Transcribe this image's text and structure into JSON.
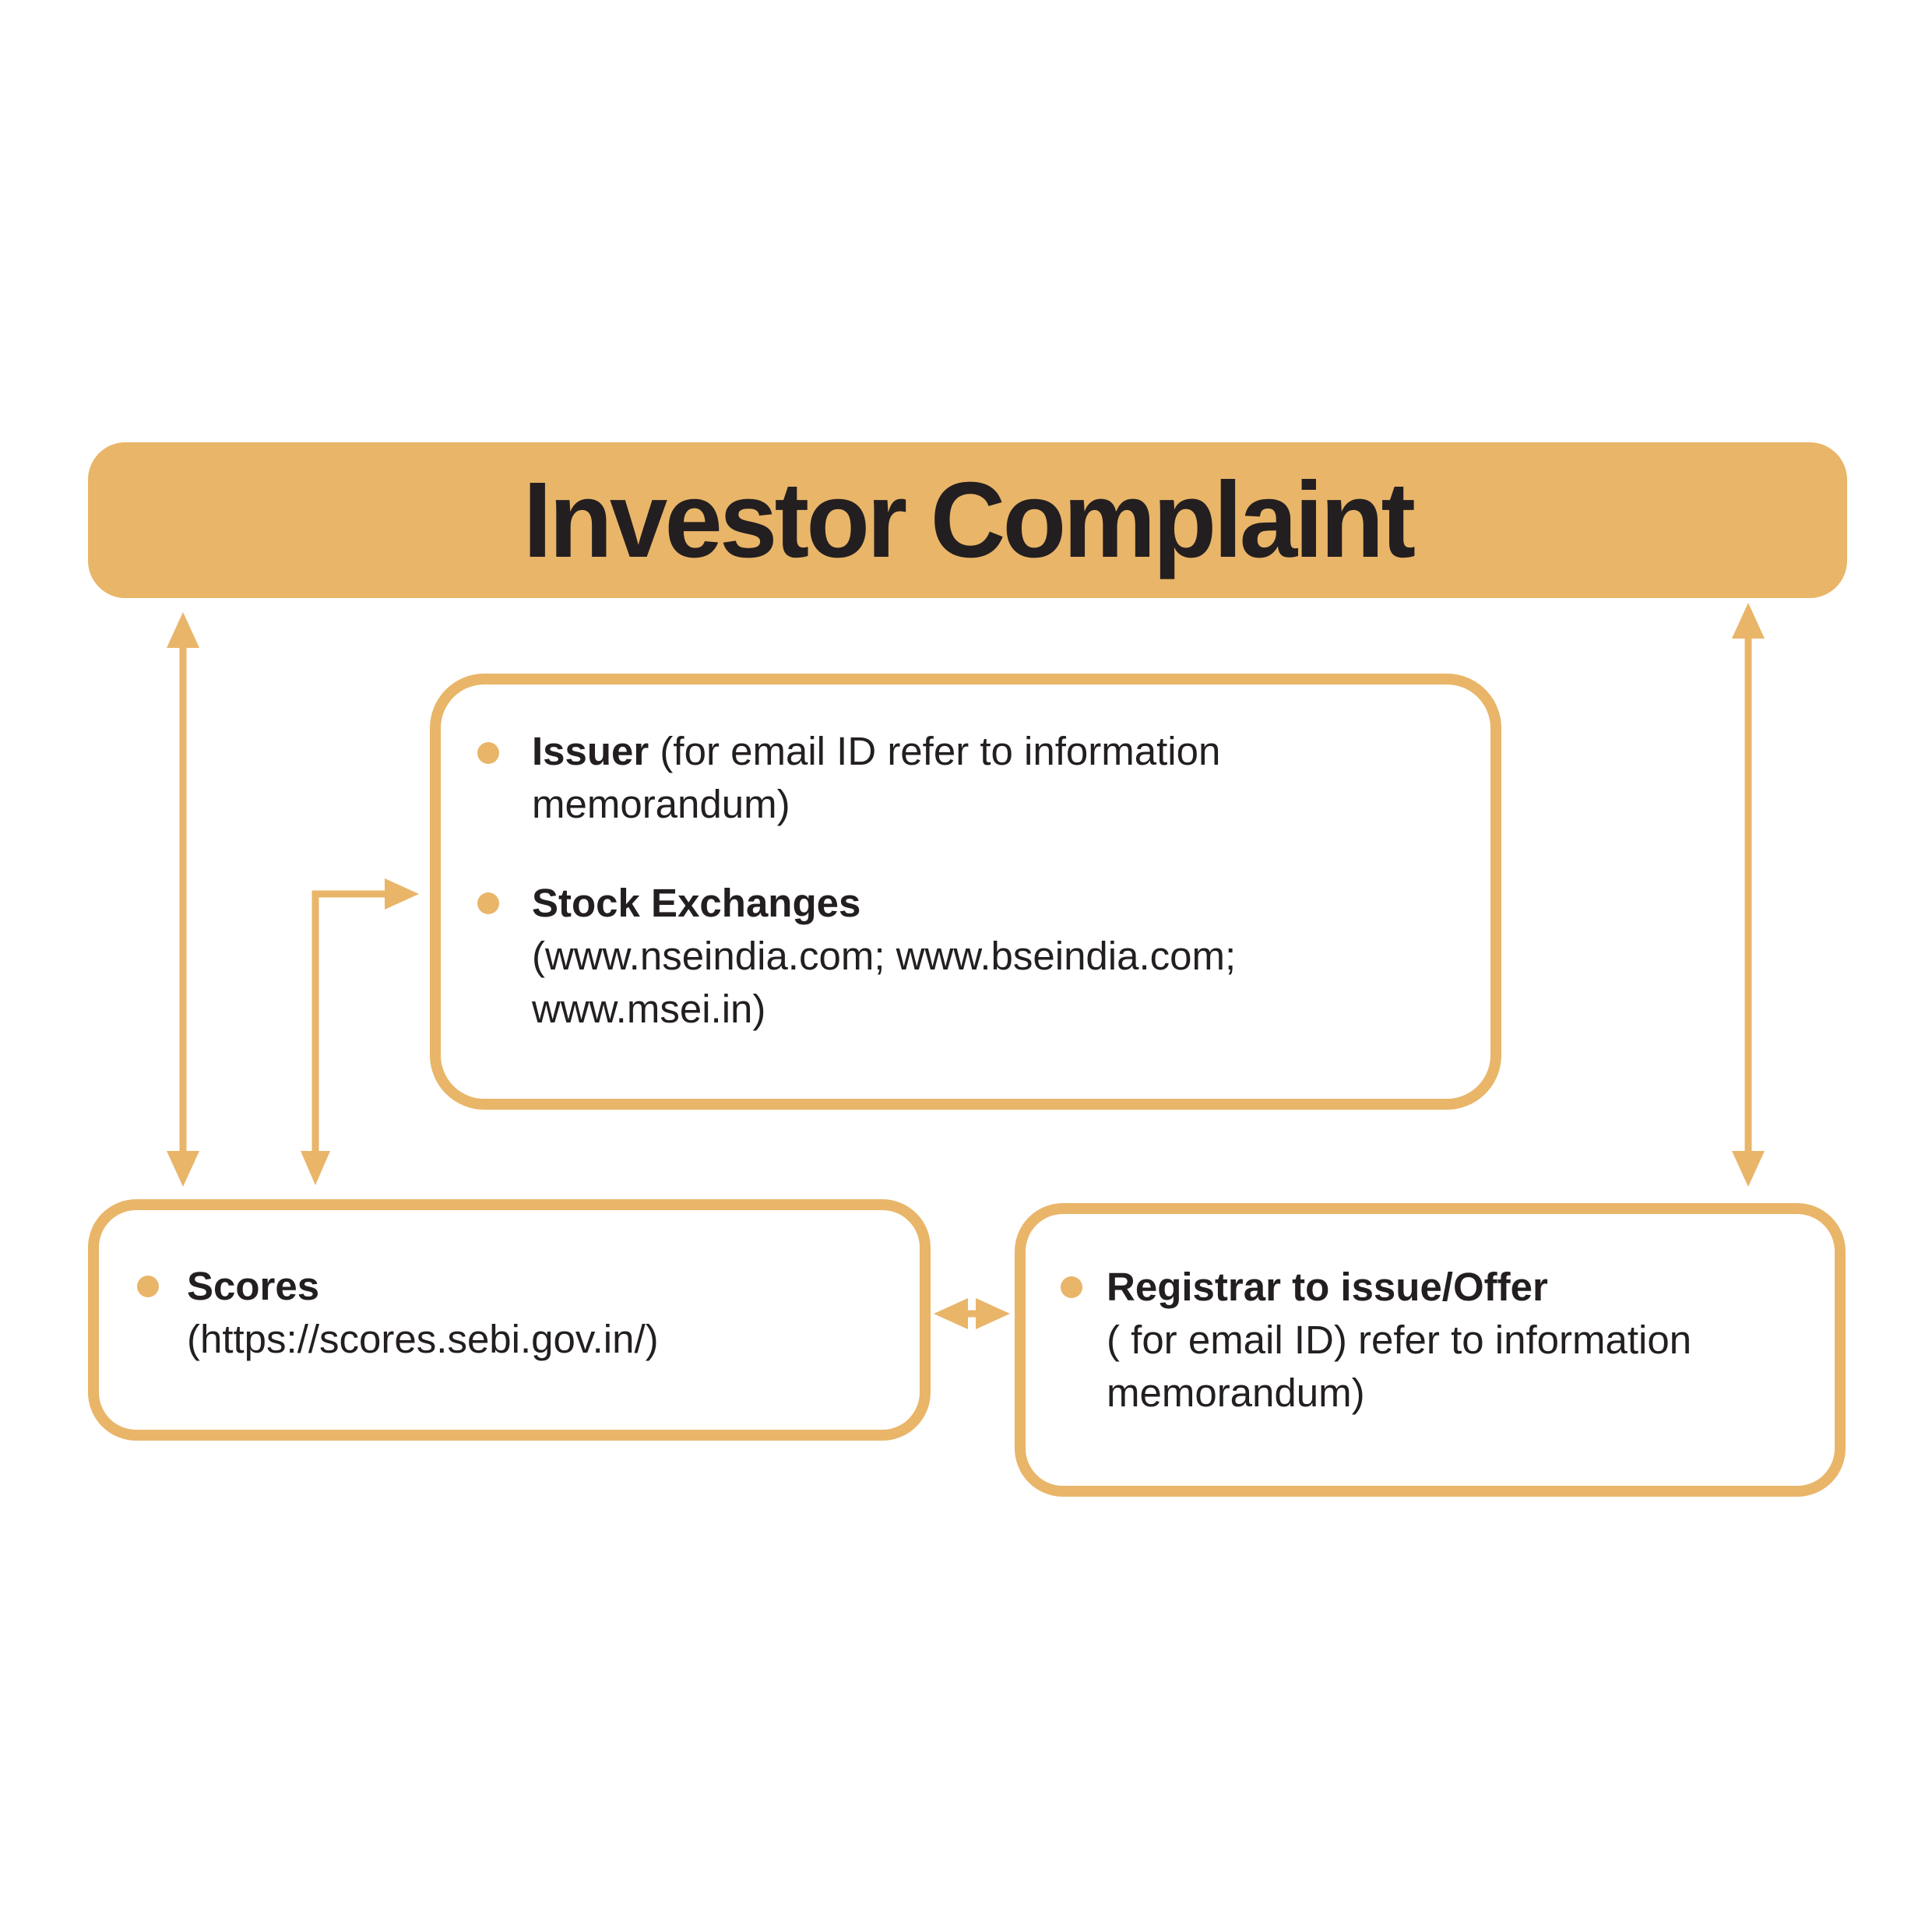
{
  "colors": {
    "accent": "#E9B569",
    "text": "#231F20",
    "background": "#FFFFFF"
  },
  "banner": {
    "title": "Investor Complaint"
  },
  "middle_box": {
    "items": [
      {
        "bold": "Issuer",
        "rest": " (for email ID refer to information",
        "lines": [
          "memorandum)"
        ]
      },
      {
        "bold": "Stock Exchanges",
        "rest": "",
        "lines": [
          "(www.nseindia.com; www.bseindia.com;",
          "www.msei.in)"
        ]
      }
    ]
  },
  "scores_box": {
    "bold": "Scores",
    "lines": [
      "(https://scores.sebi.gov.in/)"
    ]
  },
  "registrar_box": {
    "bold": "Registrar to issue/Offer",
    "lines": [
      "( for email ID) refer to information",
      "memorandum)"
    ]
  },
  "icons": {
    "bullet": "filled-circle",
    "vertical_connector": "double-headed-arrow",
    "horizontal_connector": "double-headed-arrow",
    "bent_connector": "elbow-arrow"
  }
}
